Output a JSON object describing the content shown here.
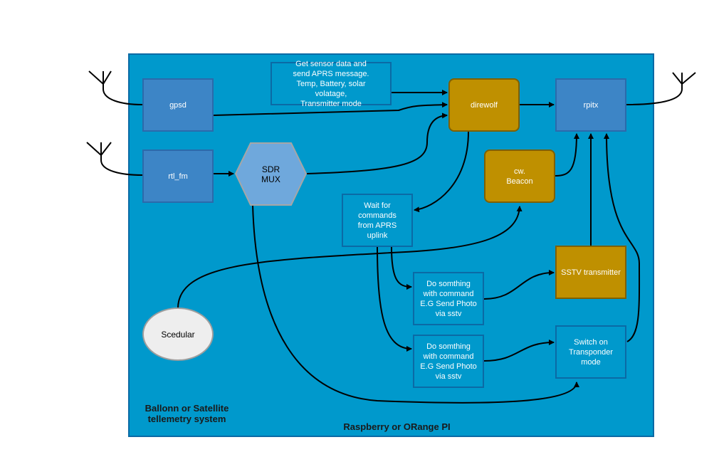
{
  "nodes": {
    "gpsd": "gpsd",
    "rtl_fm": "rtl_fm",
    "sdr_mux": "SDR\nMUX",
    "sensor": "Get sensor data and\nsend APRS message.\nTemp, Battery, solar\nvolatage,\nTransmitter mode",
    "direwolf": "direwolf",
    "rpitx": "rpitx",
    "cw_beacon": "cw.\nBeacon",
    "wait_commands": "Wait for\ncommands\nfrom APRS\nuplink",
    "do_something_1": "Do somthing\nwith command\nE.G Send Photo\nvia sstv",
    "do_something_2": "Do somthing\nwith command\nE.G Send Photo\nvia sstv",
    "sstv": "SSTV transmitter",
    "transponder": "Switch on\nTransponder\nmode",
    "scheduler": "Scedular"
  },
  "captions": {
    "system": "Ballonn or Satellite\ntellemetry system",
    "platform": "Raspberry or ORange PI"
  },
  "colors": {
    "panel": "#0099cc",
    "process_box": "#3d85c6",
    "transmitter": "#bf9000",
    "mux": "#6fa8dc",
    "scheduler": "#eeeeee"
  }
}
